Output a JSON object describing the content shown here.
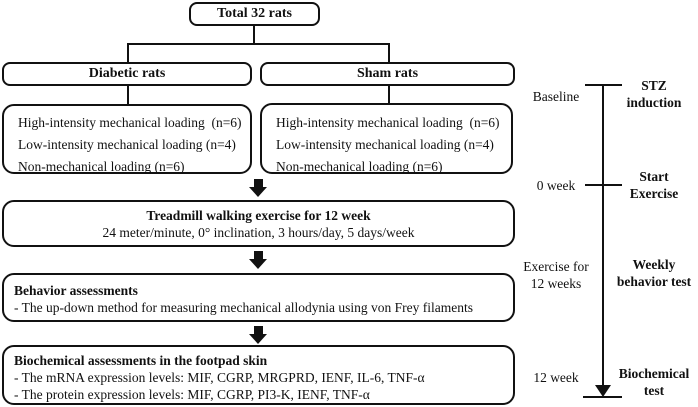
{
  "flowchart": {
    "total_label": "Total 32 rats",
    "branches": [
      {
        "title": "Diabetic rats",
        "groups": [
          "High-intensity mechanical loading  (n=6)",
          "Low-intensity mechanical loading (n=4)",
          "Non-mechanical loading (n=6)"
        ]
      },
      {
        "title": "Sham rats",
        "groups": [
          "High-intensity mechanical loading  (n=6)",
          "Low-intensity mechanical loading (n=4)",
          "Non-mechanical loading (n=6)"
        ]
      }
    ],
    "treadmill": {
      "title": "Treadmill walking exercise for 12 week",
      "detail": "24 meter/minute, 0° inclination, 3 hours/day, 5 days/week"
    },
    "behavior": {
      "title": "Behavior assessments",
      "items": [
        "- The up-down method for measuring mechanical allodynia using von Frey filaments"
      ]
    },
    "biochemical": {
      "title": "Biochemical assessments in the footpad skin",
      "items": [
        "- The mRNA expression levels: MIF, CGRP, MRGPRD, IENF, IL-6, TNF-α",
        "- The protein expression levels: MIF, CGRP, PI3-K, IENF, TNF-α"
      ]
    }
  },
  "timeline": {
    "milestones": [
      {
        "time": "Baseline",
        "event": "STZ\ninduction"
      },
      {
        "time": "0 week",
        "event": "Start\nExercise"
      },
      {
        "time": "Exercise for\n12 weeks",
        "event": "Weekly\nbehavior test"
      },
      {
        "time": "12 week",
        "event": "Biochemical\ntest"
      }
    ]
  },
  "colors": {
    "line": "#111111",
    "background": "#ffffff",
    "box_fill": "#ffffff",
    "text": "#111111"
  }
}
